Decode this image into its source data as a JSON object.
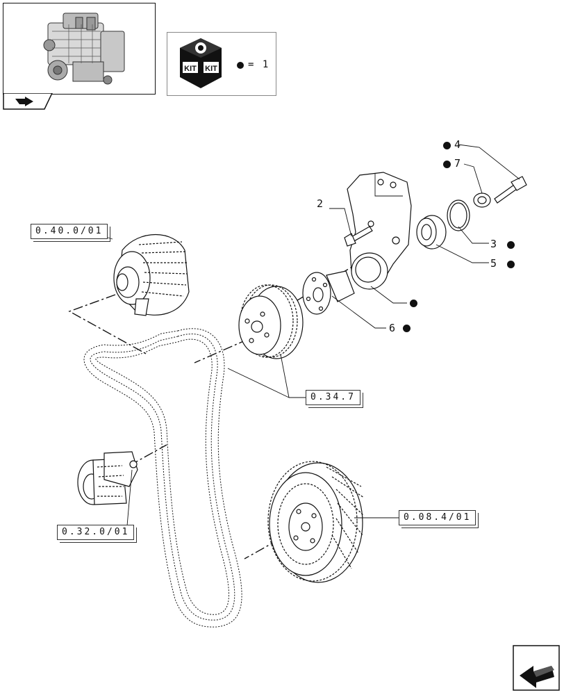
{
  "kit_legend": {
    "equals_text": "= 1",
    "kit_word": "KIT"
  },
  "references": {
    "alternator": "0.40.0/01",
    "pulley": "0.34.7",
    "tensioner": "0.32.0/01",
    "damper": "0.08.4/01"
  },
  "callouts": {
    "c2": "2",
    "c3": "3",
    "c4": "4",
    "c5": "5",
    "c6": "6",
    "c7": "7"
  },
  "icons": {
    "thumbnail": "engine-thumbnail",
    "tab": "back-arrow-icon",
    "kit": "kit-box-icon",
    "nav": "next-page-arrow-icon"
  }
}
